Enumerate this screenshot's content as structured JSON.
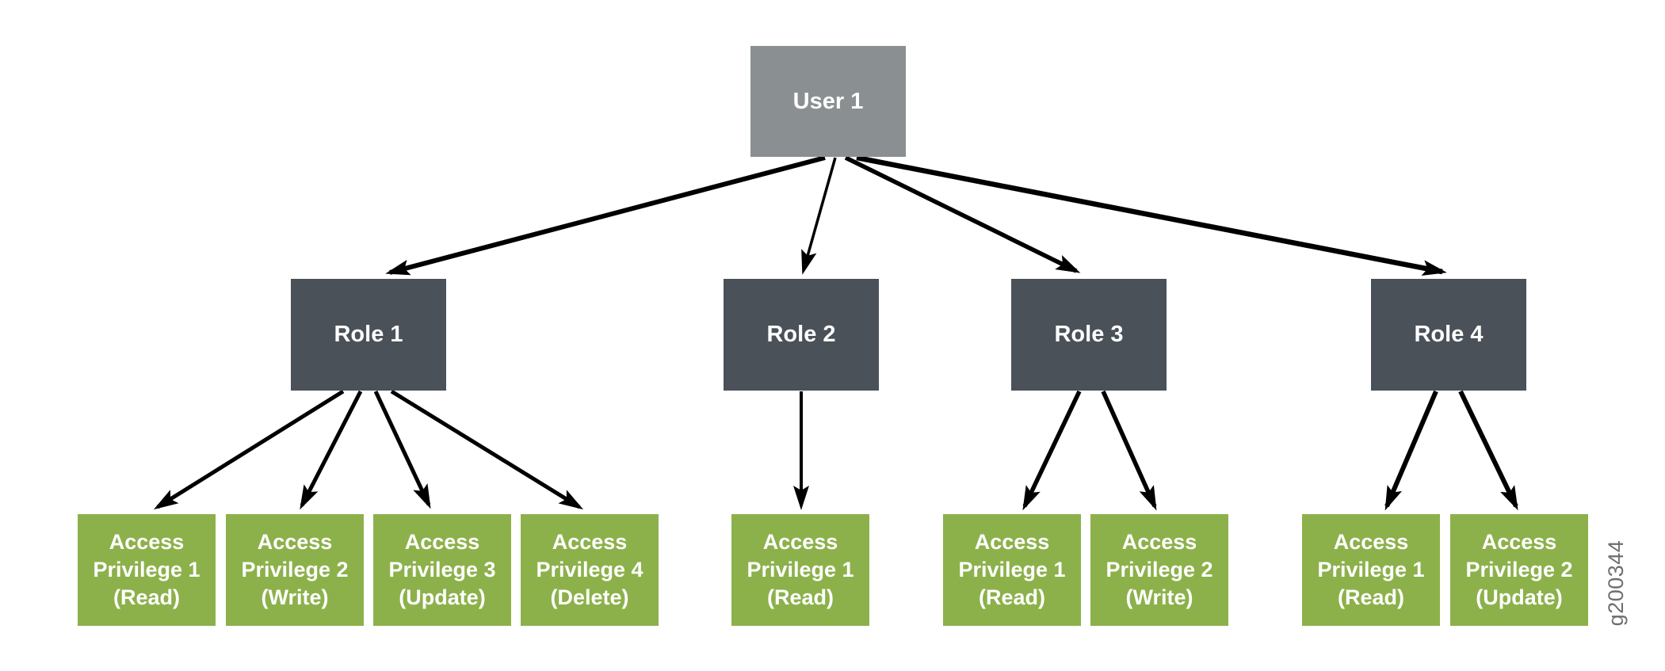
{
  "figure": {
    "id_label": "g200344",
    "type": "rbac-hierarchy-diagram",
    "colors": {
      "user_box": "#8A9091",
      "role_box": "#4A5158",
      "privilege_box": "#8CB14B",
      "box_text": "#FFFFFF",
      "arrow": "#000000",
      "figure_id_text": "#6D6E71",
      "background": "#FFFFFF"
    },
    "user": {
      "label": "User 1"
    },
    "roles": [
      {
        "label": "Role 1",
        "privileges": [
          {
            "name": "Access Privilege 1",
            "permission": "(Read)"
          },
          {
            "name": "Access Privilege 2",
            "permission": "(Write)"
          },
          {
            "name": "Access Privilege 3",
            "permission": "(Update)"
          },
          {
            "name": "Access Privilege 4",
            "permission": "(Delete)"
          }
        ]
      },
      {
        "label": "Role 2",
        "privileges": [
          {
            "name": "Access Privilege 1",
            "permission": "(Read)"
          }
        ]
      },
      {
        "label": "Role 3",
        "privileges": [
          {
            "name": "Access Privilege 1",
            "permission": "(Read)"
          },
          {
            "name": "Access Privilege 2",
            "permission": "(Write)"
          }
        ]
      },
      {
        "label": "Role 4",
        "privileges": [
          {
            "name": "Access Privilege 1",
            "permission": "(Read)"
          },
          {
            "name": "Access Privilege 2",
            "permission": "(Update)"
          }
        ]
      }
    ]
  }
}
